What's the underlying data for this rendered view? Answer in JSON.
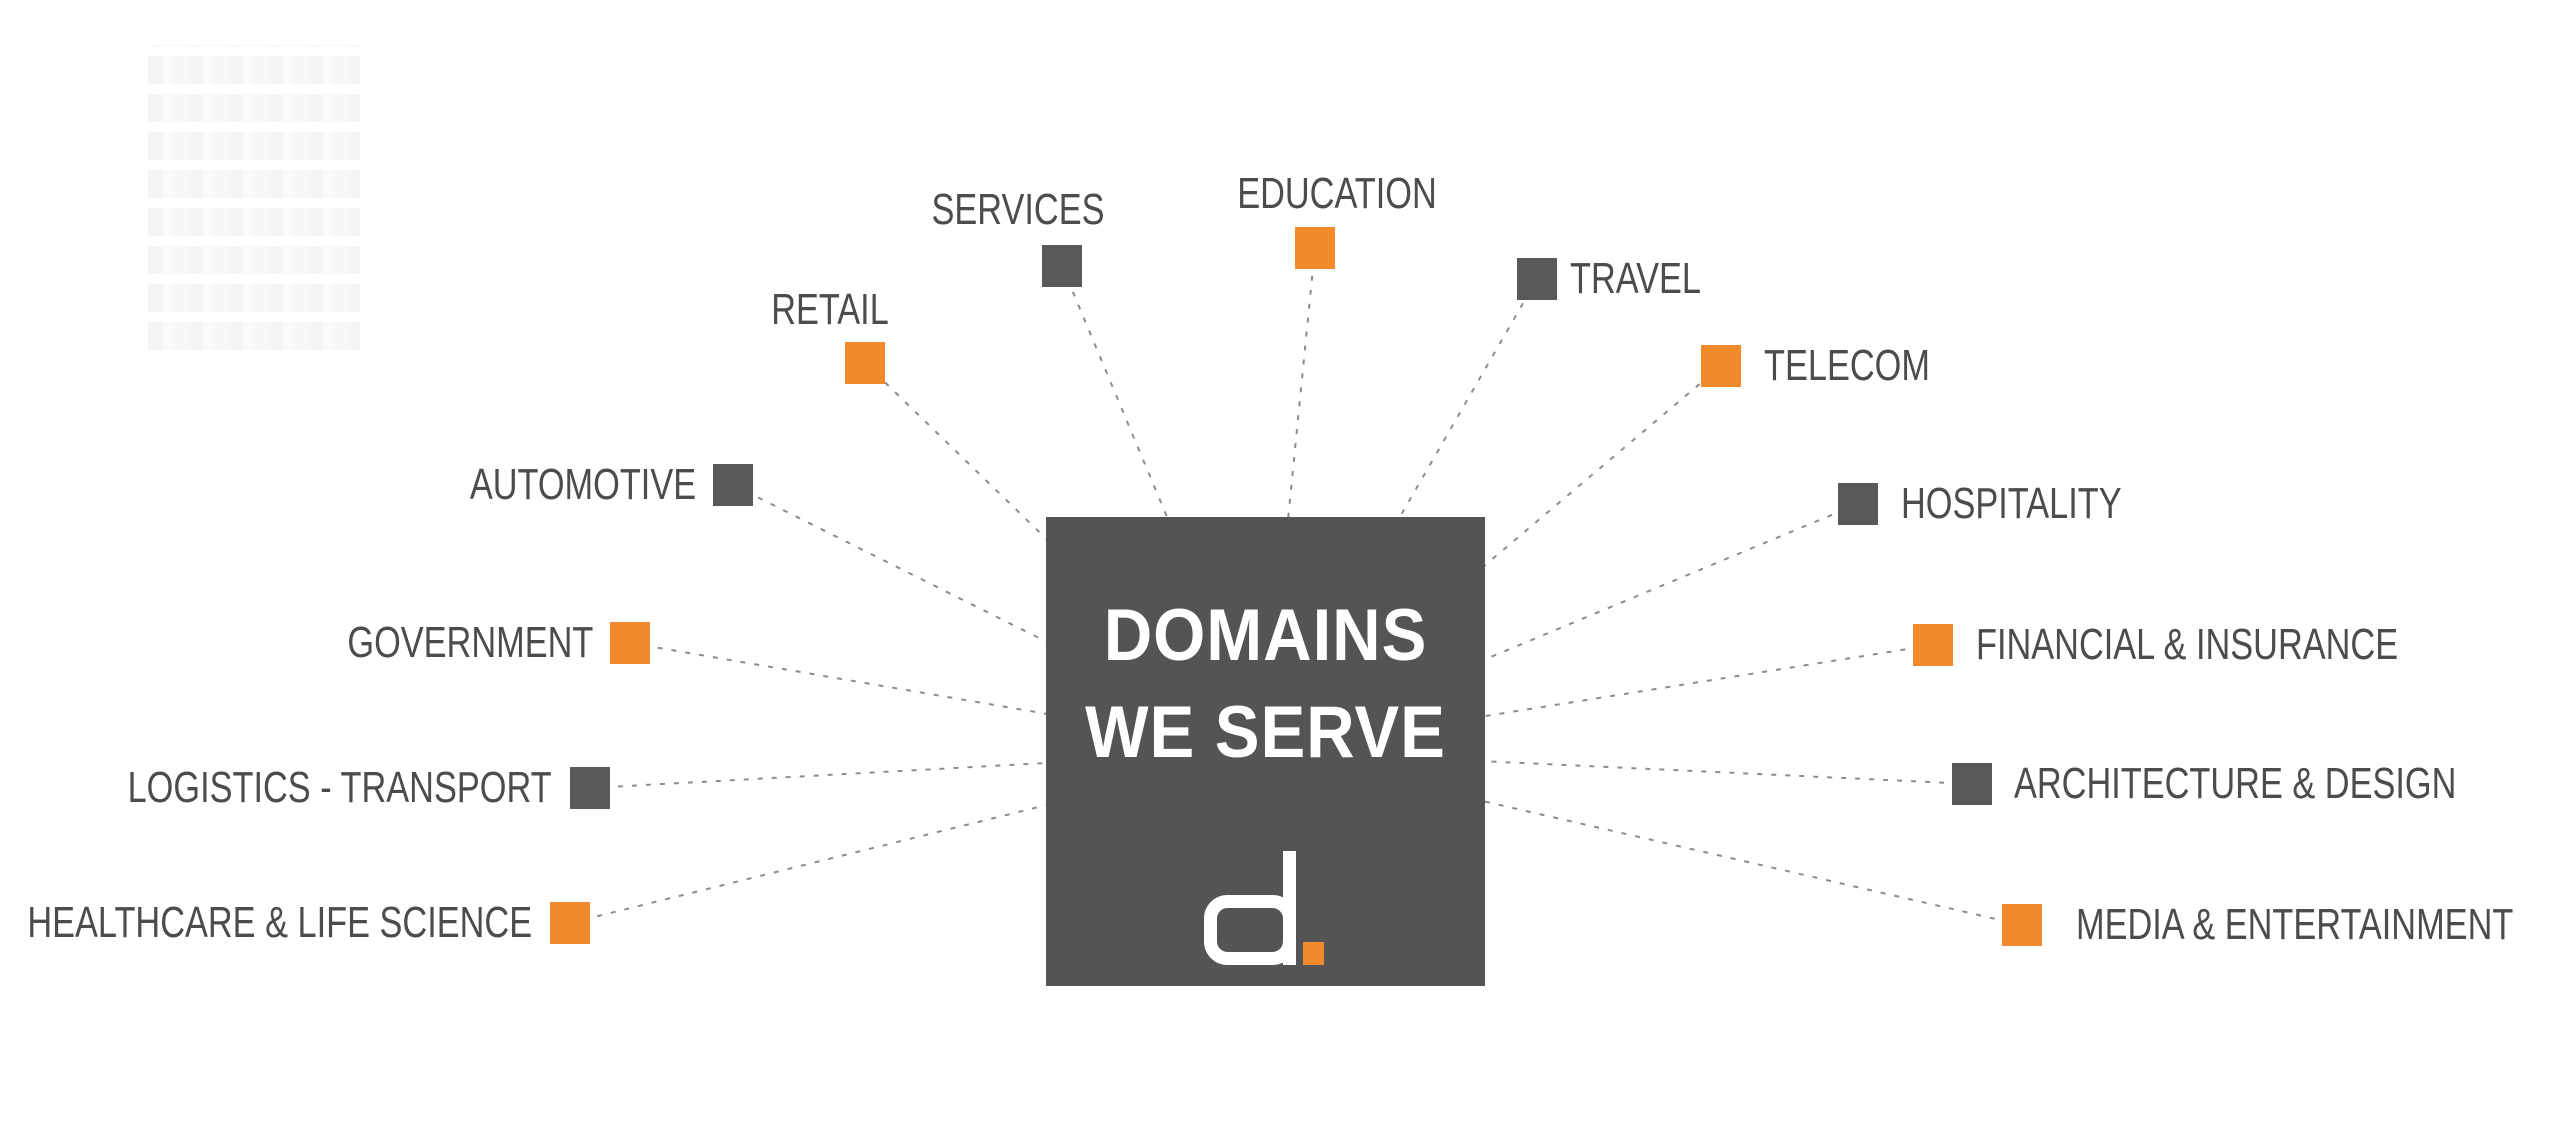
{
  "title": {
    "line1": "DOMAINS",
    "line2": "WE SERVE"
  },
  "logo": {
    "letter": "d",
    "dot_color": "#F18A2B"
  },
  "colors": {
    "orange": "#F18A2B",
    "dark_gray": "#58595B",
    "box_gray": "#545456",
    "label_text": "#4B4C4E",
    "line_gray": "#8C8C8C",
    "title_text": "#FFFFFF"
  },
  "domains": [
    {
      "label": "SERVICES",
      "accent": "gray"
    },
    {
      "label": "EDUCATION",
      "accent": "orange"
    },
    {
      "label": "TRAVEL",
      "accent": "gray"
    },
    {
      "label": "TELECOM",
      "accent": "orange"
    },
    {
      "label": "RETAIL",
      "accent": "orange"
    },
    {
      "label": "HOSPITALITY",
      "accent": "gray"
    },
    {
      "label": "AUTOMOTIVE",
      "accent": "gray"
    },
    {
      "label": "FINANCIAL & INSURANCE",
      "accent": "orange"
    },
    {
      "label": "GOVERNMENT",
      "accent": "orange"
    },
    {
      "label": "ARCHITECTURE & DESIGN",
      "accent": "gray"
    },
    {
      "label": "LOGISTICS - TRANSPORT",
      "accent": "gray"
    },
    {
      "label": "MEDIA & ENTERTAINMENT",
      "accent": "orange"
    },
    {
      "label": "HEALTHCARE & LIFE SCIENCE",
      "accent": "orange"
    }
  ]
}
